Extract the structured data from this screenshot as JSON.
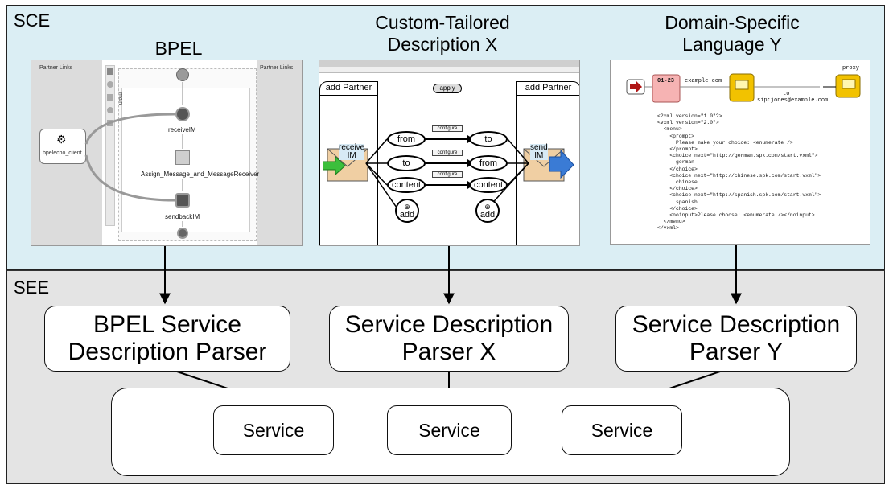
{
  "zones": {
    "sce_label": "SCE",
    "see_label": "SEE"
  },
  "columns": [
    {
      "title_line1": "BPEL",
      "title_line2": ""
    },
    {
      "title_line1": "Custom-Tailored",
      "title_line2": "Description X"
    },
    {
      "title_line1": "Domain-Specific",
      "title_line2": "Language Y"
    }
  ],
  "bpel": {
    "partner_links_left": "Partner Links",
    "partner_links_right": "Partner Links",
    "client": "bpelecho_client",
    "receive": "receiveIM",
    "assign": "Assign_Message_and_MessageReceiver",
    "send": "sendbackIM",
    "main": "main"
  },
  "custom": {
    "add_partner_left": "add Partner",
    "add_partner_right": "add Partner",
    "apply": "apply",
    "receive_l1": "receive",
    "receive_l2": "IM",
    "send_l1": "send",
    "send_l2": "IM",
    "rows": [
      {
        "left": "from",
        "right": "to",
        "configure": "configure"
      },
      {
        "left": "to",
        "right": "from",
        "configure": "configure"
      },
      {
        "left": "content",
        "right": "content",
        "configure": "configure"
      }
    ],
    "add_left": "add",
    "add_right": "add"
  },
  "dsl": {
    "time": "01-23",
    "domain": "example.com",
    "to": "to",
    "sip": "sip:jones@example.com",
    "proxy": "proxy",
    "code_lines": [
      "<?xml version=\"1.0\"?>",
      "<vxml version=\"2.0\">",
      "  <menu>",
      "    <prompt>",
      "      Please make your choice: <enumerate />",
      "    </prompt>",
      "    <choice next=\"http://german.spk.com/start.vxml\">",
      "      german",
      "    </choice>",
      "    <choice next=\"http://chinese.spk.com/start.vxml\">",
      "      chinese",
      "    </choice>",
      "    <choice next=\"http://spanish.spk.com/start.vxml\">",
      "      spanish",
      "    </choice>",
      "    <noinput>Please choose: <enumerate /></noinput>",
      "  </menu>",
      "</vxml>"
    ]
  },
  "parsers": [
    {
      "line1": "BPEL Service",
      "line2": "Description Parser"
    },
    {
      "line1": "Service Description",
      "line2": "Parser X"
    },
    {
      "line1": "Service Description",
      "line2": "Parser Y"
    }
  ],
  "services": [
    "Service",
    "Service",
    "Service"
  ]
}
